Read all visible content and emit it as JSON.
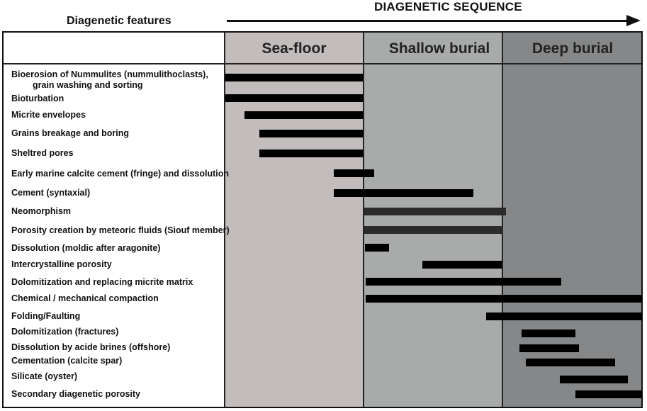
{
  "header": {
    "left_title": "Diagenetic features",
    "right_title": "DIAGENETIC SEQUENCE"
  },
  "stages": [
    {
      "key": "seafloor",
      "label": "Sea-floor",
      "color": "#c2bdbc"
    },
    {
      "key": "shallow",
      "label": "Shallow burial",
      "color": "#a8abaa"
    },
    {
      "key": "deep",
      "label": "Deep burial",
      "color": "#868788"
    }
  ],
  "features": [
    {
      "line1": "Bioerosion of Nummulites (nummulithoclasts),",
      "line2": "grain washing and sorting"
    },
    {
      "line1": "Bioturbation"
    },
    {
      "line1": "Micrite envelopes"
    },
    {
      "line1": "Grains breakage and boring"
    },
    {
      "line1": "Sheltred pores"
    },
    {
      "line1": "Early marine calcite cement (fringe) and dissolution"
    },
    {
      "line1": "Cement (syntaxial)"
    },
    {
      "line1": "Neomorphism"
    },
    {
      "line1": "Porosity creation by meteoric fluids (Siouf member)"
    },
    {
      "line1": "Dissolution (moldic after aragonite)"
    },
    {
      "line1": "Intercrystalline porosity"
    },
    {
      "line1": "Dolomitization and replacing micrite matrix"
    },
    {
      "line1": "Chemical / mechanical compaction"
    },
    {
      "line1": "Folding/Faulting"
    },
    {
      "line1": "Dolomitization (fractures)"
    },
    {
      "line1": "Dissolution by acide brines (offshore)"
    },
    {
      "line1": "Cementation (calcite spar)"
    },
    {
      "line1": "Silicate (oyster)"
    },
    {
      "line1": "Secondary diagenetic porosity"
    }
  ]
}
